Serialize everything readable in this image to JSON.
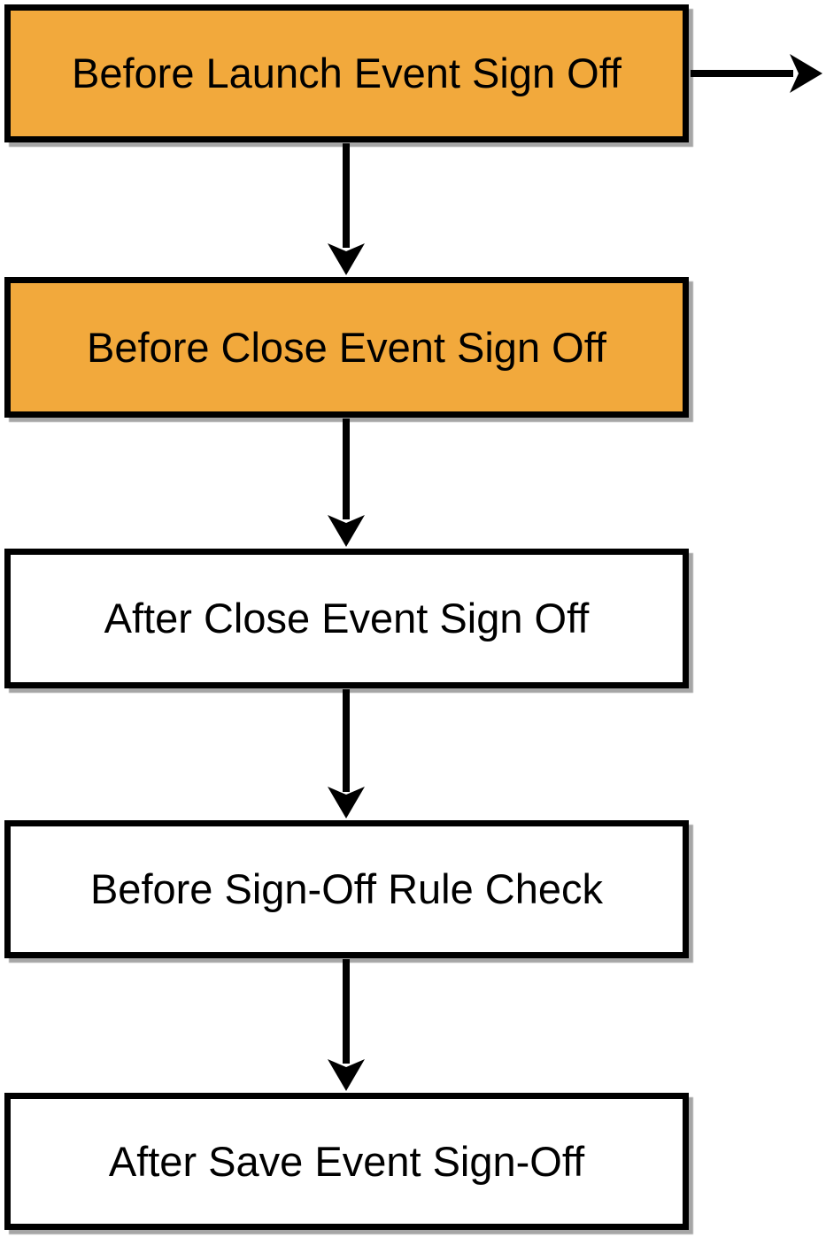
{
  "diagram": {
    "type": "flowchart",
    "orientation": "vertical",
    "nodes": [
      {
        "id": "before-launch-event-sign-off",
        "label": "Before Launch Event Sign Off",
        "fill": "#F2A93C",
        "highlighted": true
      },
      {
        "id": "before-close-event-sign-off",
        "label": "Before Close Event Sign Off",
        "fill": "#F2A93C",
        "highlighted": true
      },
      {
        "id": "after-close-event-sign-off",
        "label": "After Close Event Sign Off",
        "fill": "#FFFFFF",
        "highlighted": false
      },
      {
        "id": "before-sign-off-rule-check",
        "label": "Before Sign-Off Rule Check",
        "fill": "#FFFFFF",
        "highlighted": false
      },
      {
        "id": "after-save-event-sign-off",
        "label": "After Save Event Sign-Off",
        "fill": "#FFFFFF",
        "highlighted": false
      }
    ],
    "edges": [
      {
        "from": "before-launch-event-sign-off",
        "to": "offscreen-right",
        "direction": "right"
      },
      {
        "from": "before-launch-event-sign-off",
        "to": "before-close-event-sign-off",
        "direction": "down"
      },
      {
        "from": "before-close-event-sign-off",
        "to": "after-close-event-sign-off",
        "direction": "down"
      },
      {
        "from": "after-close-event-sign-off",
        "to": "before-sign-off-rule-check",
        "direction": "down"
      },
      {
        "from": "before-sign-off-rule-check",
        "to": "after-save-event-sign-off",
        "direction": "down"
      }
    ],
    "colors": {
      "highlight_fill": "#F2A93C",
      "default_fill": "#FFFFFF",
      "border": "#000000",
      "arrow": "#000000",
      "text": "#000000",
      "background": "#FFFFFF"
    }
  }
}
